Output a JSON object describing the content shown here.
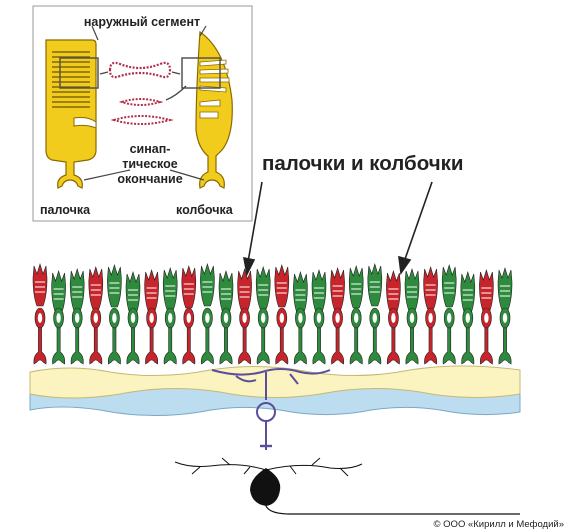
{
  "inset": {
    "outer_segment_label": "наружный сегмент",
    "synapse_label_1": "синап-",
    "synapse_label_2": "тическое",
    "synapse_label_3": "окончание",
    "rod_label": "палочка",
    "cone_label": "колбочка"
  },
  "main_label": "палочки и колбочки",
  "copyright": "© ООО «Кирилл и Мефодий»",
  "colors": {
    "rod_cell": "#f2cc1c",
    "rod_stroke": "#8a6a00",
    "cone_red": "#c8242c",
    "cone_green": "#2e8b3e",
    "inner_layer": "#fbf3c0",
    "outer_layer": "#bcdcef",
    "neuron": "#5a4e9c",
    "frame": "#999999"
  }
}
